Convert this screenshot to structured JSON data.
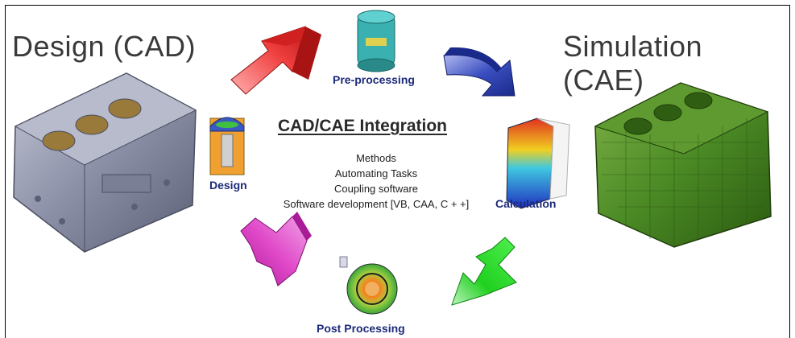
{
  "titles": {
    "left": "Design (CAD)",
    "right": "Simulation (CAE)",
    "center": "CAD/CAE Integration"
  },
  "topics": [
    "Methods",
    "Automating Tasks",
    "Coupling software",
    "Software development [VB, CAA, C + +]"
  ],
  "steps": {
    "pre": "Pre-processing",
    "calc": "Calculation",
    "post": "Post Processing",
    "design": "Design"
  },
  "colors": {
    "arrow_top_left": "#e23030",
    "arrow_top_right": "#2a3fb0",
    "arrow_bottom_right": "#22d422",
    "arrow_bottom_left": "#e040c8",
    "label_blue": "#1c2a7a",
    "block_cad": "#8a8fa6",
    "block_cae": "#3f7d1e"
  }
}
